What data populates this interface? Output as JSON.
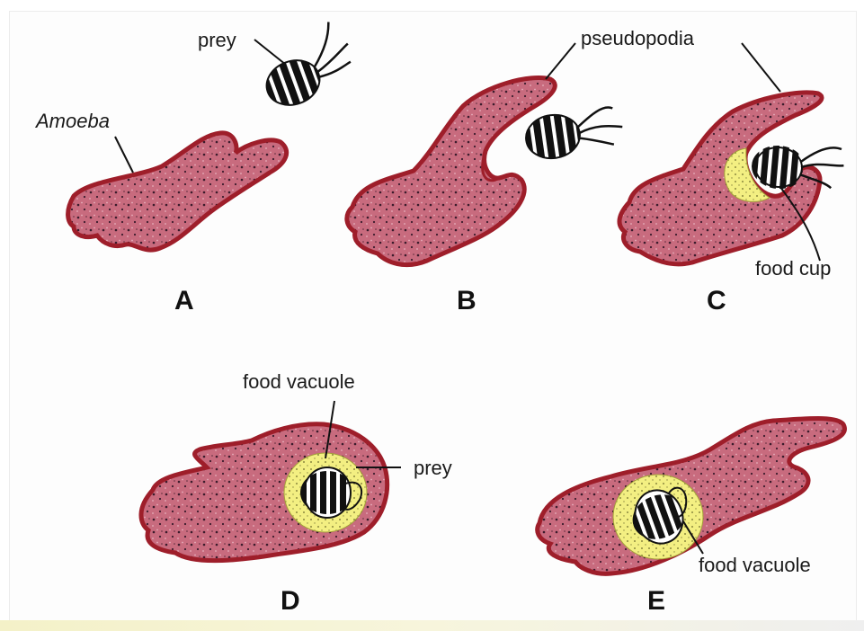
{
  "labels": {
    "amoeba": "Amoeba",
    "prey_a": "prey",
    "pseudopodia": "pseudopodia",
    "food_cup": "food cup",
    "food_vacuole_d": "food vacuole",
    "prey_d": "prey",
    "food_vacuole_e": "food vacuole"
  },
  "panels": [
    "A",
    "B",
    "C",
    "D",
    "E"
  ],
  "colors": {
    "cell_fill": "#c06274",
    "cell_outline": "#9e1e2a",
    "vacuole": "#f2ee7a",
    "prey": "#1b1b1b",
    "background": "#ffffff"
  }
}
